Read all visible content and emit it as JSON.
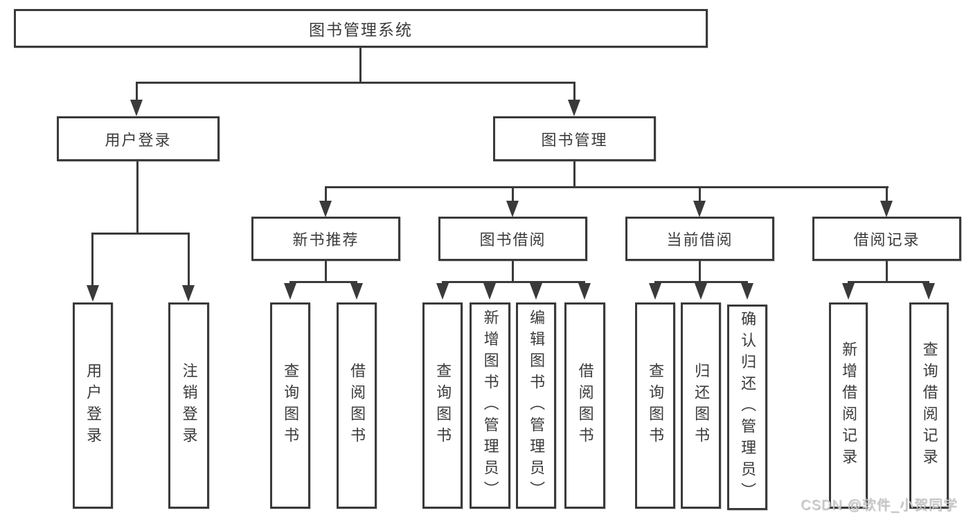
{
  "diagram": {
    "root": "图书管理系统",
    "user_login": {
      "label": "用户登录",
      "children": [
        "用户登录",
        "注销登录"
      ]
    },
    "book_mgmt": {
      "label": "图书管理",
      "sections": [
        {
          "label": "新书推荐",
          "children": [
            "查询图书",
            "借阅图书"
          ]
        },
        {
          "label": "图书借阅",
          "children": [
            "查询图书",
            "新增图书（管理员）",
            "编辑图书（管理员）",
            "借阅图书"
          ]
        },
        {
          "label": "当前借阅",
          "children": [
            "查询图书",
            "归还图书",
            "确认归还（管理员）"
          ]
        },
        {
          "label": "借阅记录",
          "children": [
            "新增借阅记录",
            "查询借阅记录"
          ]
        }
      ]
    }
  },
  "watermark": {
    "text": "CSDN @软件_小贺同学"
  },
  "colors": {
    "line": "#3a3a3a",
    "box_border": "#3a3a3a",
    "box_fill": "#ffffff",
    "text": "#3b3b3b",
    "watermark": "#cfcfcf",
    "background": "#ffffff"
  }
}
